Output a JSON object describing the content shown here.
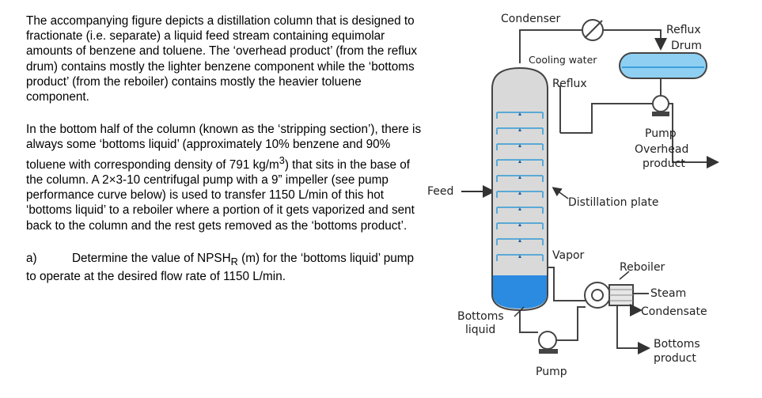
{
  "problem": {
    "paragraph1": "The accompanying figure depicts a distillation column that is designed to fractionate (i.e. separate) a liquid feed stream containing equimolar amounts of benzene and toluene. The ‘overhead product’ (from the reflux drum) contains mostly the lighter benzene component while the ‘bottoms product’ (from the reboiler) contains mostly the heavier toluene component.",
    "paragraph2_part1": "In the bottom half of the column (known as the ‘stripping section’), there is always some ‘bottoms liquid’ (approximately 10% benzene and 90% toluene with corresponding density of 791 kg/m",
    "paragraph2_sup": "3",
    "paragraph2_part2": ") that sits in the base of the column. A 2×3-10 centrifugal pump with a 9” impeller (see pump performance curve below) is used to transfer 1150 L/min of this hot ‘bottoms liquid’ to a reboiler where a portion of it gets vaporized and sent back to the column and the rest gets removed as the ‘bottoms product’.",
    "question_label": "a)",
    "question_part1": "Determine the value of NPSH",
    "question_sub": "R",
    "question_part2": " (m) for the ‘bottoms liquid’ pump to operate at the desired flow rate of 1150 L/min."
  },
  "diagram": {
    "condenser": "Condenser",
    "cooling_water": "Cooling water",
    "reflux_drum_line1": "Reflux",
    "reflux_drum_line2": "Drum",
    "reflux": "Reflux",
    "pump_top": "Pump",
    "overhead_line1": "Overhead",
    "overhead_line2": "product",
    "feed": "Feed",
    "distillation_plate": "Distillation plate",
    "vapor": "Vapor",
    "reboiler": "Reboiler",
    "steam": "Steam",
    "condensate": "Condensate",
    "bottoms_liquid_line1": "Bottoms",
    "bottoms_liquid_line2": "liquid",
    "bottoms_product_line1": "Bottoms",
    "bottoms_product_line2": "product",
    "pump_bottom": "Pump"
  },
  "colors": {
    "column_fill": "#d9d9d9",
    "tray_color": "#5aa9d6",
    "liquid_blue": "#2a8be0",
    "drum_fill": "#8fd0f2",
    "line_color": "#444444"
  }
}
